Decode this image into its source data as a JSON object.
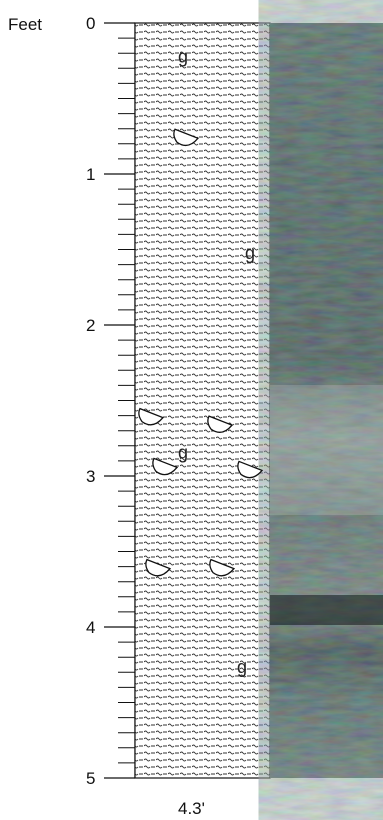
{
  "unit_label": "Feet",
  "depth_ticks": [
    "0",
    "1",
    "2",
    "3",
    "4",
    "5"
  ],
  "core_length_label": "4.3'",
  "lithology_pattern": "clay-wavy-dash",
  "symbols": {
    "glauconite": {
      "glyph": "g",
      "depths_ft": [
        0.23,
        1.53,
        2.85,
        4.27
      ]
    },
    "shell_fragment": {
      "depths_ft": [
        0.75,
        2.6,
        2.65,
        2.93,
        2.95,
        3.6,
        3.6
      ]
    }
  },
  "colors": {
    "outline": "#111111",
    "pattern": "#333333",
    "photo_base": "#3c5552"
  }
}
